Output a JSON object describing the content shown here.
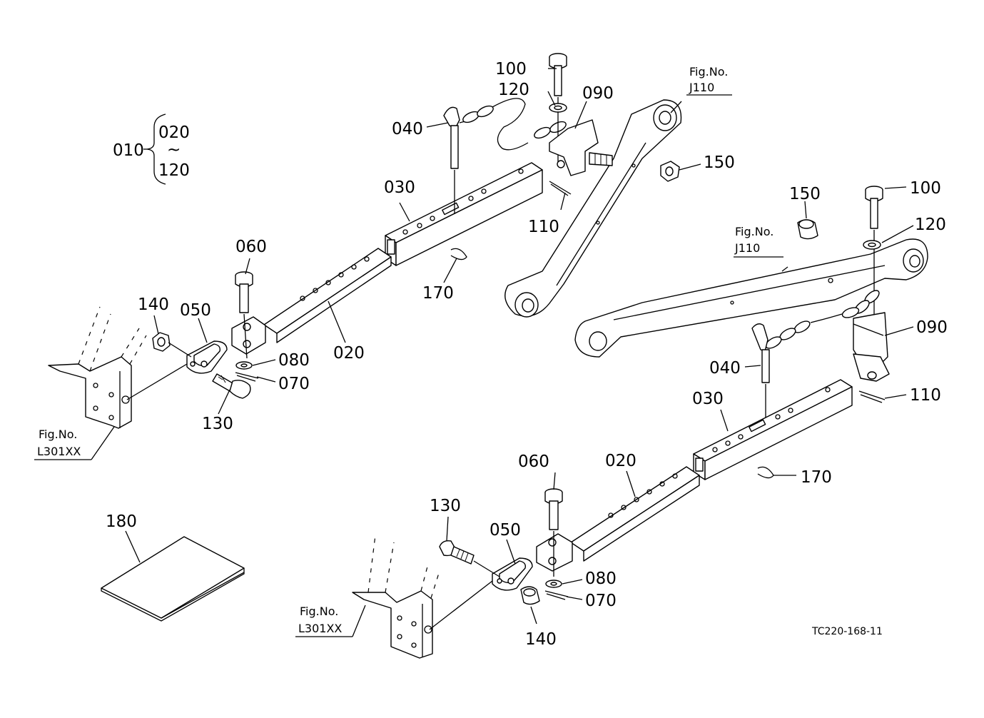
{
  "diagram": {
    "assembly": {
      "parent": "010",
      "range_from": "020",
      "tilde": "~",
      "range_to": "120"
    },
    "fig_refs": {
      "fig_label": "Fig.No.",
      "upper_right": "J110",
      "right": "J110",
      "left": "L301XX",
      "bottom": "L301XX"
    },
    "callouts": {
      "left": {
        "p100": "100",
        "p120": "120",
        "p090": "090",
        "p040": "040",
        "p150": "150",
        "p030": "030",
        "p110": "110",
        "p060": "060",
        "p170": "170",
        "p140": "140",
        "p050": "050",
        "p080": "080",
        "p020": "020",
        "p070": "070",
        "p130": "130"
      },
      "right": {
        "p150": "150",
        "p100": "100",
        "p120": "120",
        "p090": "090",
        "p040": "040",
        "p110": "110",
        "p030": "030",
        "p020": "020",
        "p170": "170",
        "p060": "060",
        "p130": "130",
        "p050": "050",
        "p080": "080",
        "p070": "070",
        "p140": "140"
      },
      "p180": "180"
    },
    "drawing_code": "TC220-168-11"
  }
}
